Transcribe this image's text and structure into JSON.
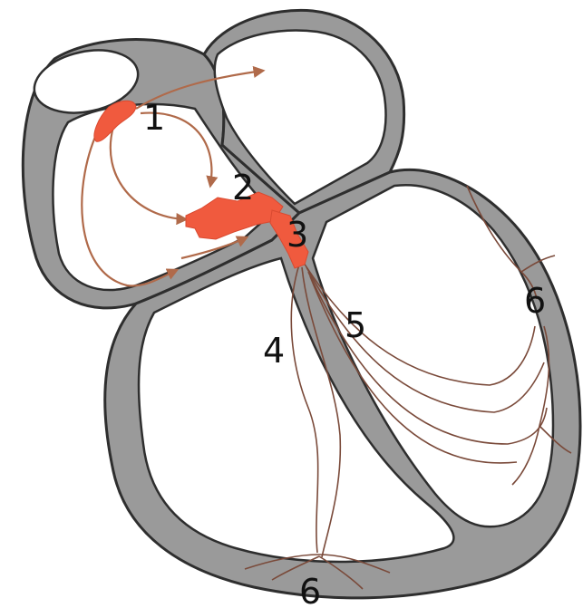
{
  "labels": {
    "l1": "1",
    "l2": "2",
    "l3": "3",
    "l4": "4",
    "l5": "5",
    "l6_right": "6",
    "l6_bottom": "6"
  },
  "colors": {
    "wall": "#9a9a9a",
    "outline": "#2e2e2e",
    "conduction": "#f05a3e",
    "arrow": "#b06a4a",
    "fiber": "#7a4a3a"
  }
}
